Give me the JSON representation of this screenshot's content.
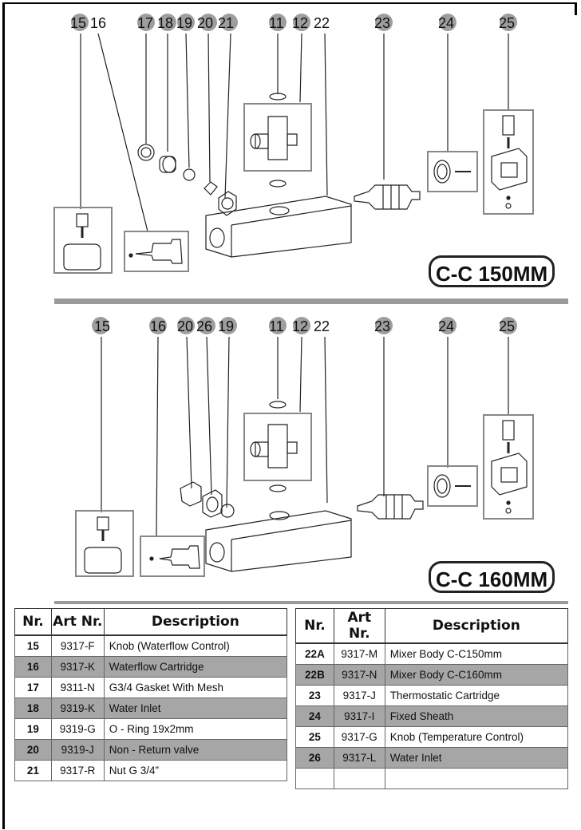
{
  "top_section": {
    "label": "C-C 150MM",
    "callouts": [
      "15",
      "16",
      "17",
      "18",
      "19",
      "20",
      "21",
      "11",
      "12",
      "22",
      "23",
      "24",
      "25"
    ]
  },
  "bottom_section": {
    "label": "C-C 160MM",
    "callouts": [
      "15",
      "16",
      "20",
      "26",
      "19",
      "11",
      "12",
      "22",
      "23",
      "24",
      "25"
    ]
  },
  "table_left": {
    "headers": [
      "Nr.",
      "Art Nr.",
      "Description"
    ],
    "rows": [
      {
        "nr": "15",
        "art": "9317-F",
        "desc": "Knob (Waterflow Control)"
      },
      {
        "nr": "16",
        "art": "9317-K",
        "desc": "Waterflow Cartridge"
      },
      {
        "nr": "17",
        "art": "9311-N",
        "desc": "G3/4 Gasket With Mesh"
      },
      {
        "nr": "18",
        "art": "9319-K",
        "desc": "Water Inlet"
      },
      {
        "nr": "19",
        "art": "9319-G",
        "desc": "O - Ring 19x2mm"
      },
      {
        "nr": "20",
        "art": "9319-J",
        "desc": "Non - Return valve"
      },
      {
        "nr": "21",
        "art": "9317-R",
        "desc": "Nut G 3/4”"
      }
    ]
  },
  "table_right": {
    "headers": [
      "Nr.",
      "Art Nr.",
      "Description"
    ],
    "rows": [
      {
        "nr": "22A",
        "art": "9317-M",
        "desc": "Mixer Body C-C150mm"
      },
      {
        "nr": "22B",
        "art": "9317-N",
        "desc": "Mixer Body C-C160mm"
      },
      {
        "nr": "23",
        "art": "9317-J",
        "desc": "Thermostatic Cartridge"
      },
      {
        "nr": "24",
        "art": "9317-I",
        "desc": "Fixed Sheath"
      },
      {
        "nr": "25",
        "art": "9317-G",
        "desc": "Knob (Temperature Control)"
      },
      {
        "nr": "26",
        "art": "9317-L",
        "desc": "Water Inlet"
      },
      {
        "nr": "",
        "art": "",
        "desc": ""
      }
    ]
  },
  "colors": {
    "badge": "#9e9e9e",
    "shade": "#a6a6a6",
    "divider": "#9a9a9a",
    "line": "#222222"
  }
}
